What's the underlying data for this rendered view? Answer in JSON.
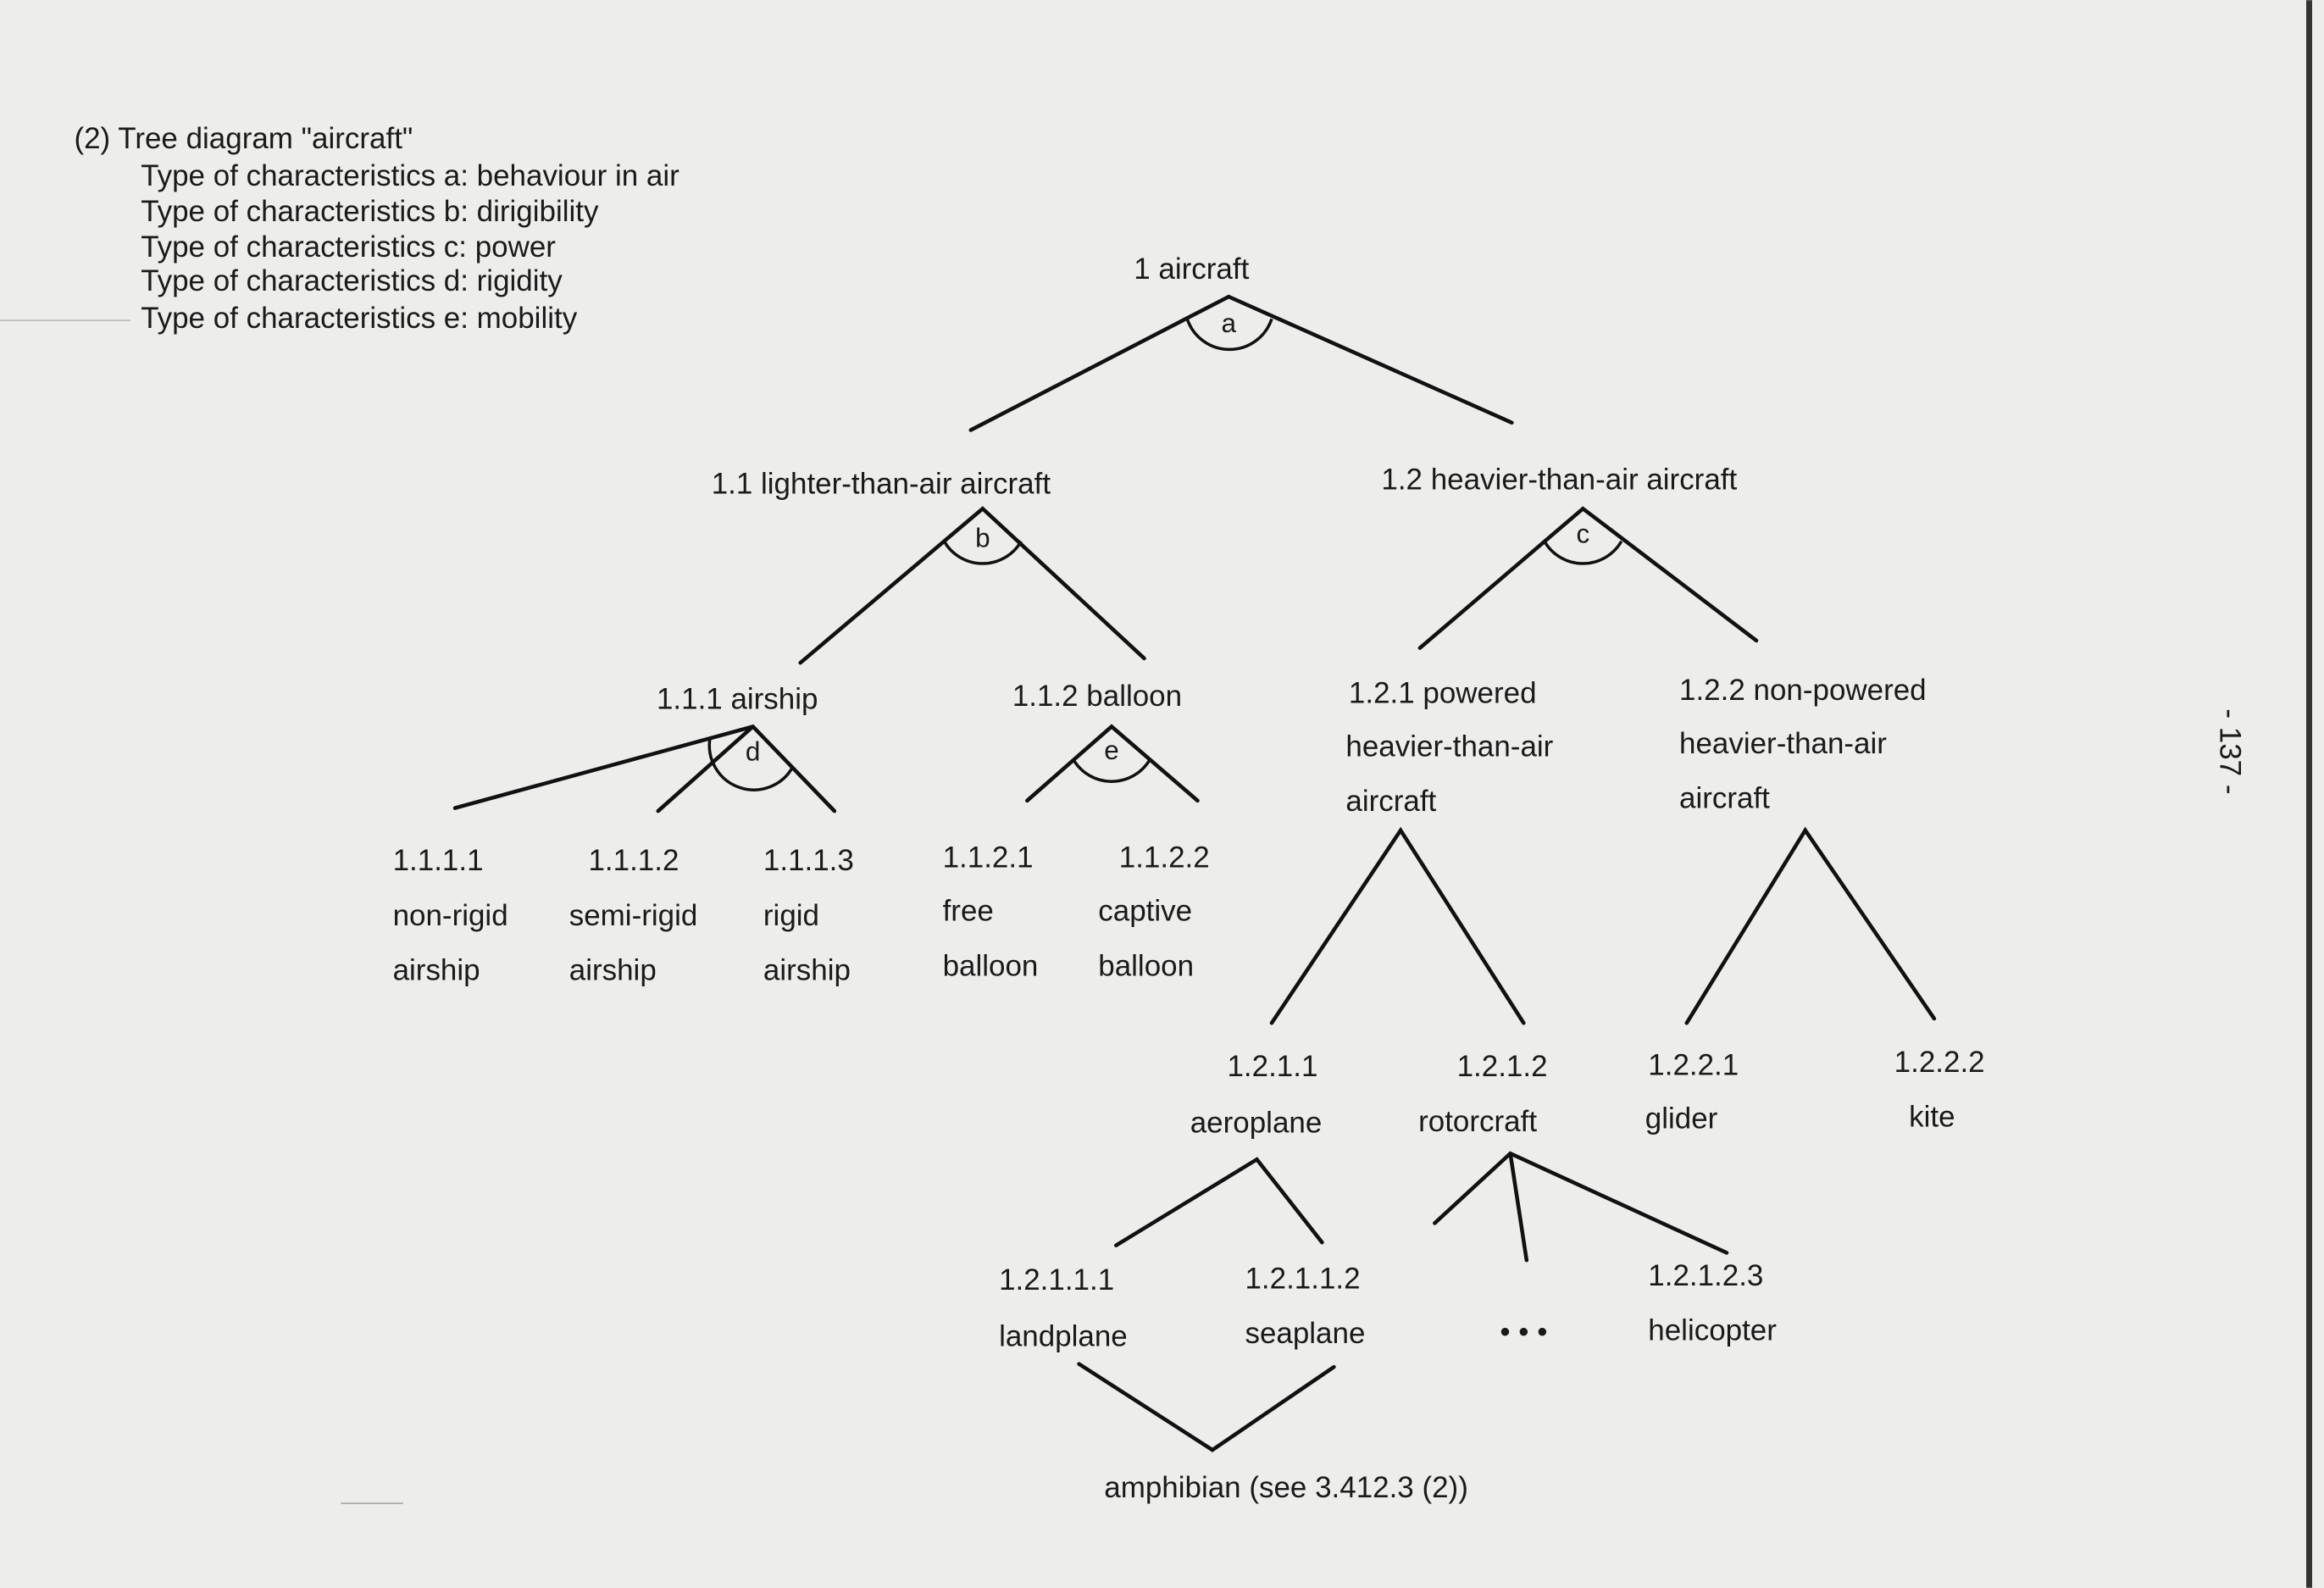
{
  "header": {
    "title": "(2) Tree diagram \"aircraft\"",
    "characteristics": [
      "Type of characteristics a: behaviour in air",
      "Type of characteristics b: dirigibility",
      "Type of characteristics c: power",
      "Type of characteristics d: rigidity",
      "Type of characteristics e: mobility"
    ]
  },
  "tree": {
    "root": "1 aircraft",
    "n11": "1.1 lighter-than-air aircraft",
    "n12": "1.2 heavier-than-air aircraft",
    "n111": "1.1.1 airship",
    "n112": "1.1.2 balloon",
    "n121": [
      "1.2.1 powered",
      "heavier-than-air",
      "aircraft"
    ],
    "n122": [
      "1.2.2 non-powered",
      "heavier-than-air",
      "aircraft"
    ],
    "n1111": [
      "1.1.1.1",
      "non-rigid",
      "airship"
    ],
    "n1112": [
      "1.1.1.2",
      "semi-rigid",
      "airship"
    ],
    "n1113": [
      "1.1.1.3",
      "rigid",
      "airship"
    ],
    "n1121": [
      "1.1.2.1",
      "free",
      "balloon"
    ],
    "n1122": [
      "1.1.2.2",
      "captive",
      "balloon"
    ],
    "n1211": [
      "1.2.1.1",
      "aeroplane"
    ],
    "n1212": [
      "1.2.1.2",
      "rotorcraft"
    ],
    "n1221": [
      "1.2.2.1",
      "glider"
    ],
    "n1222": [
      "1.2.2.2",
      "kite"
    ],
    "n12111": [
      "1.2.1.1.1",
      "landplane"
    ],
    "n12112": [
      "1.2.1.1.2",
      "seaplane"
    ],
    "ellipsis": "• • •",
    "n12123": [
      "1.2.1.2.3",
      "helicopter"
    ],
    "amphibian": "amphibian (see 3.412.3 (2))"
  },
  "characteristic_markers": [
    "a",
    "b",
    "c",
    "d",
    "e"
  ],
  "page_number": "- 137 -"
}
